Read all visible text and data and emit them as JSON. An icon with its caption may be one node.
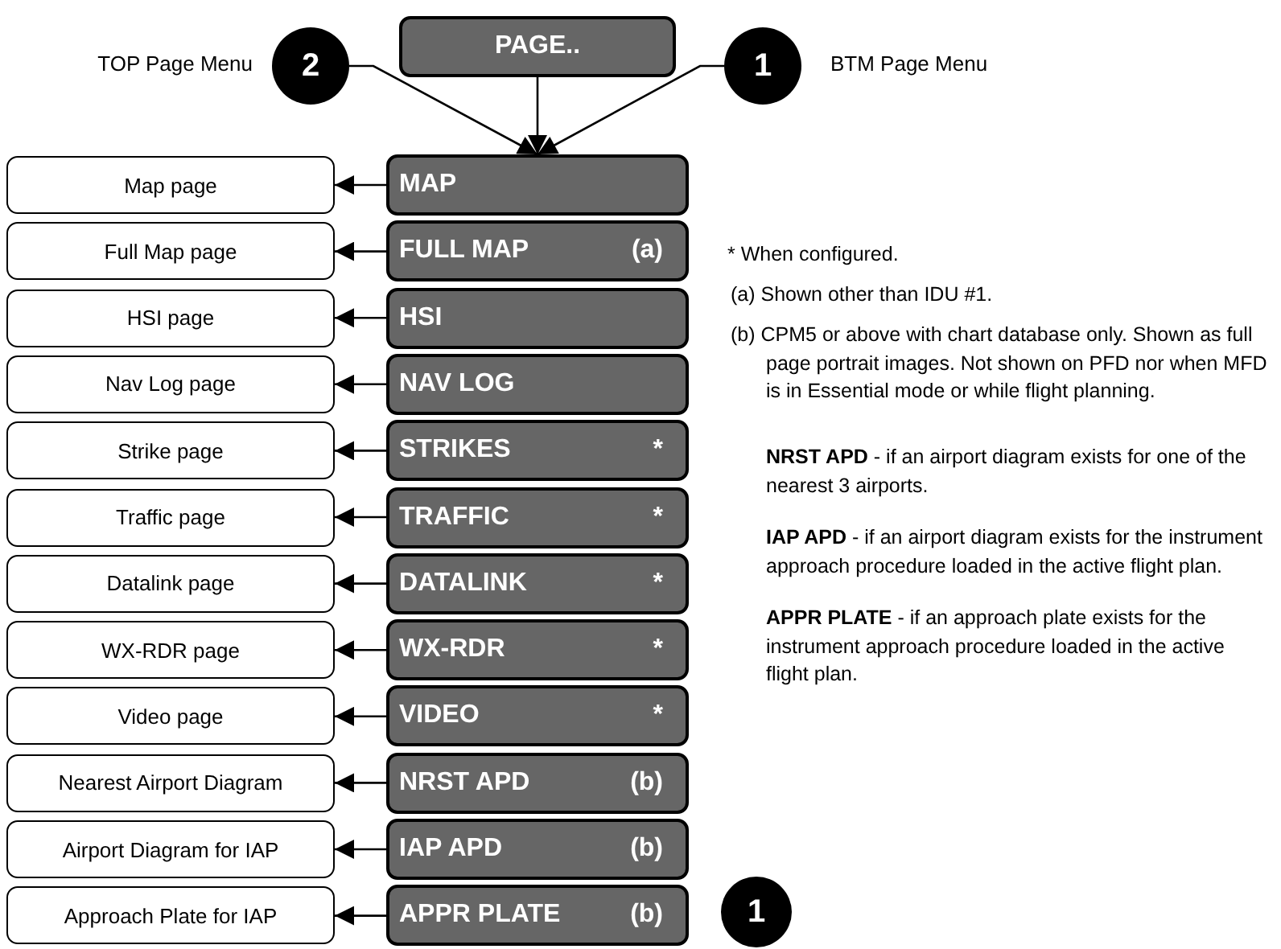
{
  "diagram": {
    "nodes": [
      {
        "text": [
          "PAGE.."
        ]
      },
      {
        "text": [
          "2"
        ],
        "beside": [
          "TOP Page Menu"
        ]
      },
      {
        "text": [
          "1"
        ],
        "beside": [
          "BTM Page Menu"
        ]
      },
      {
        "text": [
          "Map page"
        ]
      },
      {
        "text": [
          "MAP"
        ]
      },
      {
        "text": [
          "Full Map page"
        ]
      },
      {
        "text": [
          "FULL MAP",
          "(a)"
        ]
      },
      {
        "text": [
          "HSI page"
        ]
      },
      {
        "text": [
          "HSI"
        ]
      },
      {
        "text": [
          "Nav Log page"
        ]
      },
      {
        "text": [
          "NAV LOG"
        ]
      },
      {
        "text": [
          "Strike page"
        ]
      },
      {
        "text": [
          "STRIKES",
          "*"
        ]
      },
      {
        "text": [
          "Traffic page"
        ]
      },
      {
        "text": [
          "TRAFFIC",
          "*"
        ]
      },
      {
        "text": [
          "Datalink page"
        ]
      },
      {
        "text": [
          "DATALINK",
          "*"
        ]
      },
      {
        "text": [
          "WX-RDR page"
        ]
      },
      {
        "text": [
          "WX-RDR",
          "*"
        ]
      },
      {
        "text": [
          "Video page"
        ]
      },
      {
        "text": [
          "VIDEO",
          "*"
        ]
      },
      {
        "text": [
          "Nearest Airport Diagram"
        ]
      },
      {
        "text": [
          "NRST APD",
          "(b)"
        ]
      },
      {
        "text": [
          "Airport Diagram for IAP"
        ]
      },
      {
        "text": [
          "IAP APD",
          "(b)"
        ]
      },
      {
        "text": [
          "Approach Plate for IAP"
        ]
      },
      {
        "text": [
          "APPR PLATE",
          "(b)"
        ]
      },
      {
        "text": [
          "1"
        ]
      }
    ],
    "edges": [
      {
        "from": 0,
        "to": 4,
        "arrow": "to"
      },
      {
        "from": 1,
        "to": 4,
        "arrow": "to"
      },
      {
        "from": 2,
        "to": 4,
        "arrow": "to"
      },
      {
        "from": 4,
        "to": 3,
        "arrow": "to"
      },
      {
        "from": 6,
        "to": 5,
        "arrow": "to"
      },
      {
        "from": 8,
        "to": 7,
        "arrow": "to"
      },
      {
        "from": 10,
        "to": 9,
        "arrow": "to"
      },
      {
        "from": 12,
        "to": 11,
        "arrow": "to"
      },
      {
        "from": 14,
        "to": 13,
        "arrow": "to"
      },
      {
        "from": 16,
        "to": 15,
        "arrow": "to"
      },
      {
        "from": 18,
        "to": 17,
        "arrow": "to"
      },
      {
        "from": 20,
        "to": 19,
        "arrow": "to"
      },
      {
        "from": 22,
        "to": 21,
        "arrow": "to"
      },
      {
        "from": 24,
        "to": 23,
        "arrow": "to"
      },
      {
        "from": 26,
        "to": 25,
        "arrow": "to"
      }
    ],
    "labels": [
      "* When configured.",
      "(a) Shown other than IDU #1.",
      "(b) CPM5 or above with chart database only. Shown as full page portrait images. Not shown on PFD nor when MFD is in Essential mode or while flight planning.",
      "**NRST APD** - if an airport diagram exists for one of the nearest 3 airports.",
      "**IAP APD** - if an airport diagram exists for the instrument approach procedure loaded in the active flight plan.",
      "**APPR PLATE** - if an approach plate exists for the instrument approach procedure loaded in the active flight plan."
    ]
  }
}
